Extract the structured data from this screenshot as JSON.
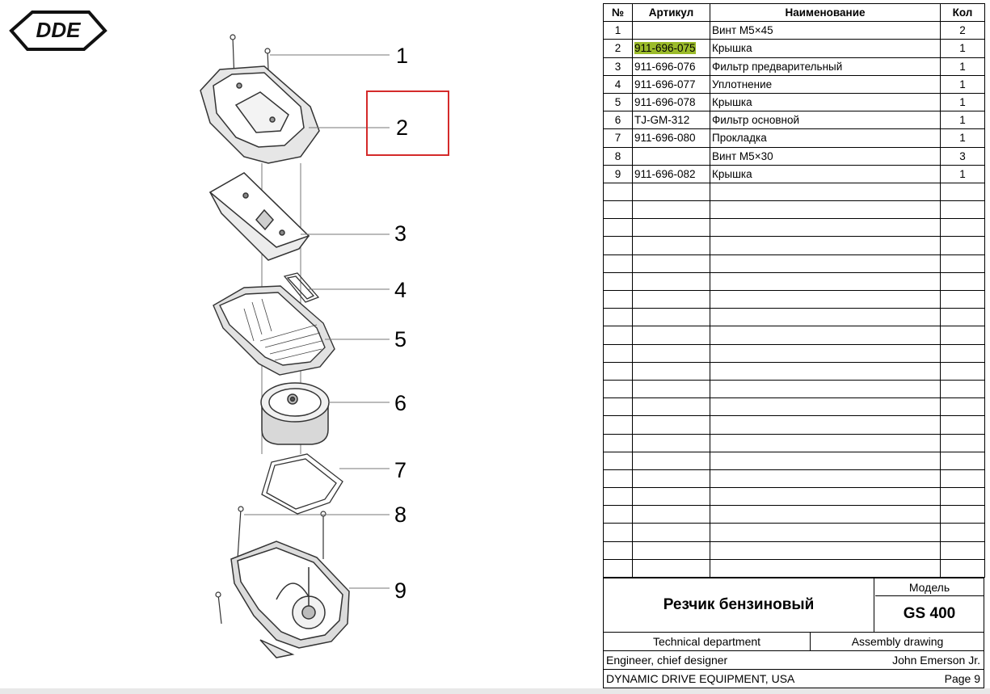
{
  "brand": {
    "logo_text": "DDE"
  },
  "callouts": [
    "1",
    "2",
    "3",
    "4",
    "5",
    "6",
    "7",
    "8",
    "9"
  ],
  "highlight": {
    "part_number": "2",
    "color": "#d42a2a"
  },
  "table": {
    "headers": {
      "num": "№",
      "article": "Артикул",
      "name": "Наименование",
      "qty": "Кол"
    },
    "rows": [
      {
        "num": "1",
        "article": "",
        "name": "Винт M5×45",
        "qty": "2"
      },
      {
        "num": "2",
        "article": "911-696-075",
        "name": "Крышка",
        "qty": "1",
        "highlighted": true
      },
      {
        "num": "3",
        "article": "911-696-076",
        "name": "Фильтр предварительный",
        "qty": "1"
      },
      {
        "num": "4",
        "article": "911-696-077",
        "name": "Уплотнение",
        "qty": "1"
      },
      {
        "num": "5",
        "article": "911-696-078",
        "name": "Крышка",
        "qty": "1"
      },
      {
        "num": "6",
        "article": "TJ-GM-312",
        "name": "Фильтр основной",
        "qty": "1"
      },
      {
        "num": "7",
        "article": "911-696-080",
        "name": "Прокладка",
        "qty": "1"
      },
      {
        "num": "8",
        "article": "",
        "name": "Винт M5×30",
        "qty": "3"
      },
      {
        "num": "9",
        "article": "911-696-082",
        "name": "Крышка",
        "qty": "1"
      }
    ],
    "empty_rows": 22,
    "article_highlight_color": "#9bbb2a"
  },
  "title_block": {
    "product": "Резчик бензиновый",
    "model_label": "Модель",
    "model": "GS 400",
    "department": "Technical department",
    "drawing_type": "Assembly drawing",
    "role": "Engineer, chief designer",
    "person": "John Emerson Jr.",
    "company": "DYNAMIC DRIVE EQUIPMENT, USA",
    "page": "Page 9"
  }
}
